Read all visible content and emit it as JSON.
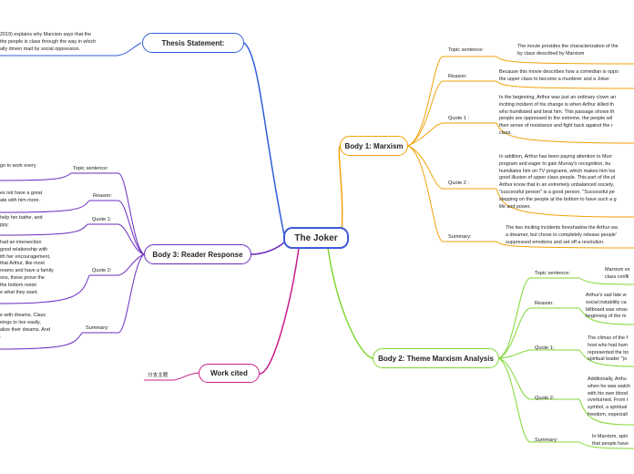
{
  "central": "The Joker",
  "thesis": {
    "title": "Thesis Statement:",
    "text": [
      "2019) explains why Marxism says that the",
      "the people is class through the way in which",
      "ally driven mad by social oppression."
    ]
  },
  "body1": {
    "title": "Body 1: Marxism",
    "topic_label": "Topic sentence:",
    "topic_text": [
      "The movie provides the characterization of the",
      "by class described by Marxism"
    ],
    "reason_label": "Reason:",
    "reason_text": [
      "Because this movie describes how a comedian is oppo",
      "the upper class to become a murderer and a Joker."
    ],
    "quote1_label": "Quote 1 :",
    "quote1_text": [
      "In the beginning, Arthur was just an ordinary clown an",
      "inciting incident of his change is when Arthur killed th",
      "who humiliated and beat him. This passage shows th",
      "people are oppressed to the extreme, the people wil",
      "their sense of resistance and fight back against the r",
      "class."
    ],
    "quote2_label": "Quote 2 :",
    "quote2_text": [
      "In addition, Arthur has been paying attention to Murr",
      "program and eager to gain Murray's recognition, bu",
      "humiliates him on TV programs, which makes him los",
      "good illusion of upper class people. This part of the pl",
      "Arthur know that in an extremely unbalanced society,",
      "\"successful person\" is a good person. \"Successful pe",
      "stepping on the people at the bottom to have such a g",
      "life and power."
    ],
    "summary_label": "Summary:",
    "summary_text": [
      "The two inciting incidents foreshadow the Arthur wa",
      "a dreamer, but chose to completely release people'",
      "suppressed emotions and set off a revolution."
    ]
  },
  "body2": {
    "title": "Body 2: Theme Marxism Analysis",
    "topic_label": "Topic sentence:",
    "topic_text": [
      "Marxism ex",
      "class confli"
    ],
    "reason_label": "Reason:",
    "reason_text": [
      "Arthur's sad fate w",
      "social instability ca",
      "billboard was smas",
      "beginning of the m"
    ],
    "quote1_label": "Quote 1:",
    "quote1_text": [
      "The climax of the f",
      "host who had hum",
      "represented the bo",
      "spiritual leader \")o"
    ],
    "quote2_label": "Quote 2:",
    "quote2_text": [
      "Additionally, Arthu",
      "when he was watch",
      "with his own blood",
      "overturned. From t",
      "symbol, a spiritual",
      "freedom, especiall"
    ],
    "summary_label": "Summary:",
    "summary_text": [
      "In Marxism, spiri",
      "that people have"
    ]
  },
  "body3": {
    "title": "Body 3: Reader Response",
    "topic_label": "Topic sentence:",
    "topic_text": [
      "go to work every"
    ],
    "reason_label": "Reason:",
    "reason_text": [
      "es not have a great",
      "ate with him more."
    ],
    "quote1_label": "Quote 1:",
    "quote1_text": [
      "help her bathe, and",
      "ppy."
    ],
    "quote2_label": "Quote 2:",
    "quote2_text": [
      " had an intersection",
      "good relationship with",
      "ith her encouragement,",
      "that Arthur, like most",
      "reams and have a family",
      "ons, these prove the",
      "the bottom resist",
      "e what they want."
    ],
    "summary_label": "Summary:",
    "summary_text": [
      "e with dreams. Class",
      "eings to live easily,",
      "alize their dreams. And",
      "."
    ]
  },
  "work_cited": {
    "title": "Work cited",
    "subtopic": "分支主题"
  },
  "colors": {
    "central": "#3d5bd9",
    "thesis": "#2f5fd6",
    "body1": "#f2a20a",
    "body2": "#80d633",
    "body3": "#6b2bbd",
    "work_cited": "#c81e8c"
  }
}
